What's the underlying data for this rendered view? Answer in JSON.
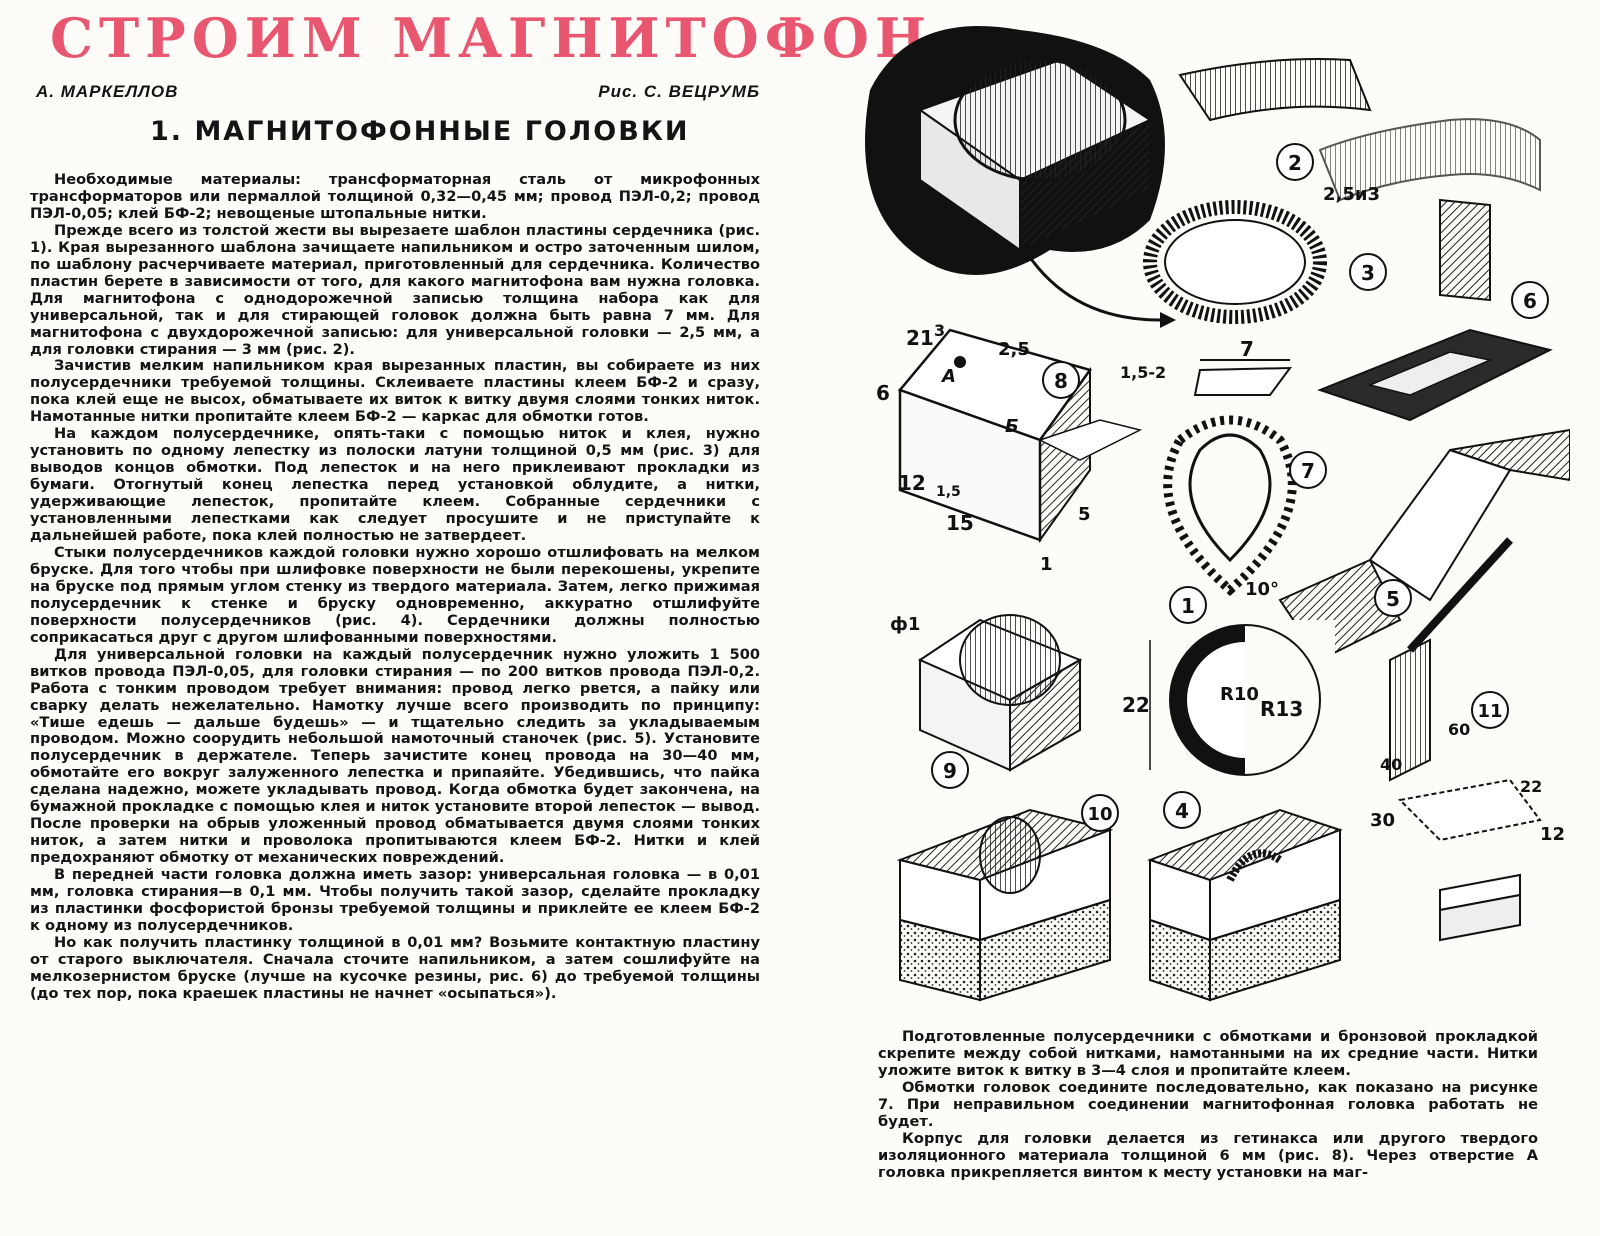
{
  "header": {
    "title": "СТРОИМ МАГНИТОФОН",
    "author": "А. МАРКЕЛЛОВ",
    "artist": "Рис. С. ВЕЦРУМБ",
    "section": "1. МАГНИТОФОННЫЕ ГОЛОВКИ"
  },
  "colors": {
    "title": "#e8576f"
  },
  "article": {
    "paragraphs": [
      "Необходимые материалы: трансформаторная сталь от микрофонных трансформаторов или пермаллой толщиной 0,32—0,45 мм; провод ПЭЛ-0,2; провод ПЭЛ-0,05; клей БФ-2; невощеные штопальные нитки.",
      "Прежде всего из толстой жести вы вырезаете шаблон пластины сердечника (рис. 1). Края вырезанного шаблона зачищаете напильником и остро заточенным шилом, по шаблону расчерчиваете материал, приготовленный для сердечника. Количество пластин берете в зависимости от того, для какого магнитофона вам нужна головка. Для магнитофона с однодорожечной записью толщина набора как для универсальной, так и для стирающей головок должна быть равна 7 мм. Для магнитофона с двухдорожечной записью: для универсальной головки — 2,5 мм, а для головки стирания — 3 мм (рис. 2).",
      "Зачистив мелким напильником края вырезанных пластин, вы собираете из них полусердечники требуемой толщины. Склеиваете пластины клеем БФ-2 и сразу, пока клей еще не высох, обматываете их виток к витку двумя слоями тонких ниток. Намотанные нитки пропитайте клеем БФ-2 — каркас для обмотки готов.",
      "На каждом полусердечнике, опять-таки с помощью ниток и клея, нужно установить по одному лепестку из полоски латуни толщиной 0,5 мм (рис. 3) для выводов концов обмотки. Под лепесток и на него приклеивают прокладки из бумаги. Отогнутый конец лепестка перед установкой облудите, а нитки, удерживающие лепесток, пропитайте клеем. Собранные сердечники с установленными лепестками как следует просушите и не приступайте к дальнейшей работе, пока клей полностью не затвердеет.",
      "Стыки полусердечников каждой головки нужно хорошо отшлифовать на мелком бруске. Для того чтобы при шлифовке поверхности не были перекошены, укрепите на бруске под прямым углом стенку из твердого материала. Затем, легко прижимая полусердечник к стенке и бруску одновременно, аккуратно отшлифуйте поверхности полусердечников (рис. 4). Сердечники должны полностью соприкасаться друг с другом шлифованными поверхностями.",
      "Для универсальной головки на каждый полусердечник нужно уложить 1 500 витков провода ПЭЛ-0,05, для головки стирания — по 200 витков провода ПЭЛ-0,2. Работа с тонким проводом требует внимания: провод легко рвется, а пайку или сварку делать нежелательно. Намотку лучше всего производить по принципу: «Тише едешь — дальше будешь» — и тщательно следить за укладываемым проводом. Можно соорудить небольшой намоточный станочек (рис. 5). Установите полусердечник в держателе. Теперь зачистите конец провода на 30—40 мм, обмотайте его вокруг залуженного лепестка и припаяйте. Убедившись, что пайка сделана надежно, можете укладывать провод. Когда обмотка будет закончена, на бумажной прокладке с помощью клея и ниток установите второй лепесток — вывод. После проверки на обрыв уложенный провод обматывается двумя слоями тонких ниток, а затем нитки и проволока пропитываются клеем БФ-2. Нитки и клей предохраняют обмотку от механических повреждений.",
      "В передней части головка должна иметь зазор: универсальная головка — в 0,01 мм, головка стирания—в 0,1 мм. Чтобы получить такой зазор, сделайте прокладку из пластинки фосфористой бронзы требуемой толщины и приклейте ее клеем БФ-2 к одному из полусердечников.",
      "Но как получить пластинку толщиной в 0,01 мм? Возьмите контактную пластину от старого выключателя. Сначала сточите напильником, а затем сошлифуйте на мелкозернистом бруске (лучше на кусочке резины, рис. 6) до требуемой толщины (до тех пор, пока краешек пластины не начнет «осыпаться»)."
    ]
  },
  "right_column": {
    "paragraphs": [
      "Подготовленные полусердечники с обмотками и бронзовой прокладкой скрепите между собой нитками, намотанными на их средние части. Нитки уложите виток к витку в 3—4 слоя и пропитайте клеем.",
      "Обмотки головок соедините последовательно, как показано на рисунке 7. При неправильном соединении магнитофонная головка работать не будет.",
      "Корпус для головки делается из гетинакса или другого твердого изоляционного материала толщиной 6 мм (рис. 8). Через отверстие А головка прикрепляется винтом к месту установки на маг-"
    ]
  },
  "figure": {
    "numbers": [
      "1",
      "2",
      "3",
      "4",
      "5",
      "6",
      "7",
      "8",
      "9",
      "10",
      "11"
    ],
    "dims": {
      "d21": "21",
      "d3": "3",
      "dA": "А",
      "d6": "6",
      "d25": "2,5",
      "dB": "Б",
      "d12": "12",
      "d15a": "1,5",
      "d15": "15",
      "d152": "1,5-2",
      "d5": "5",
      "d1": "1",
      "d7": "7",
      "d25i3": "2,5и3",
      "dphi1": "ф1",
      "d22": "22",
      "d10deg": "10°",
      "dR10": "R10",
      "dR13": "R13",
      "d60": "60",
      "d40": "40",
      "d30": "30",
      "d22b": "22",
      "d12b": "12"
    }
  }
}
